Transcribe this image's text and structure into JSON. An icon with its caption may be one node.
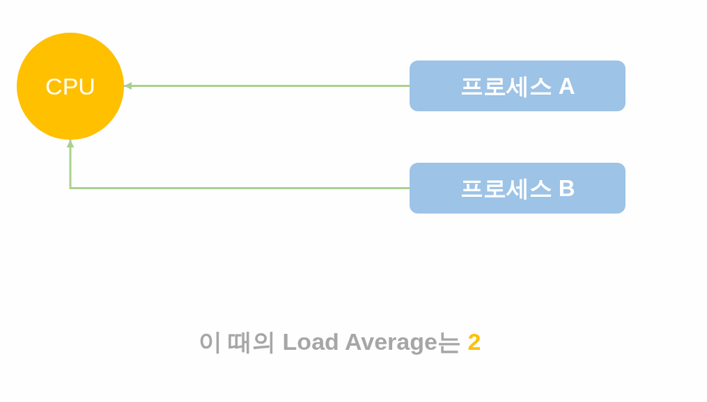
{
  "diagram": {
    "nodes": [
      {
        "text": [
          "CPU"
        ]
      },
      {
        "text": [
          "프로세스 A"
        ]
      },
      {
        "text": [
          "프로세스 B"
        ]
      }
    ],
    "edges": [
      {
        "from": 1,
        "to": 0,
        "arrow": "to"
      },
      {
        "from": 2,
        "to": 0,
        "arrow": "to"
      }
    ],
    "labels": [
      "이 때의 Load Average는 **2**"
    ]
  }
}
